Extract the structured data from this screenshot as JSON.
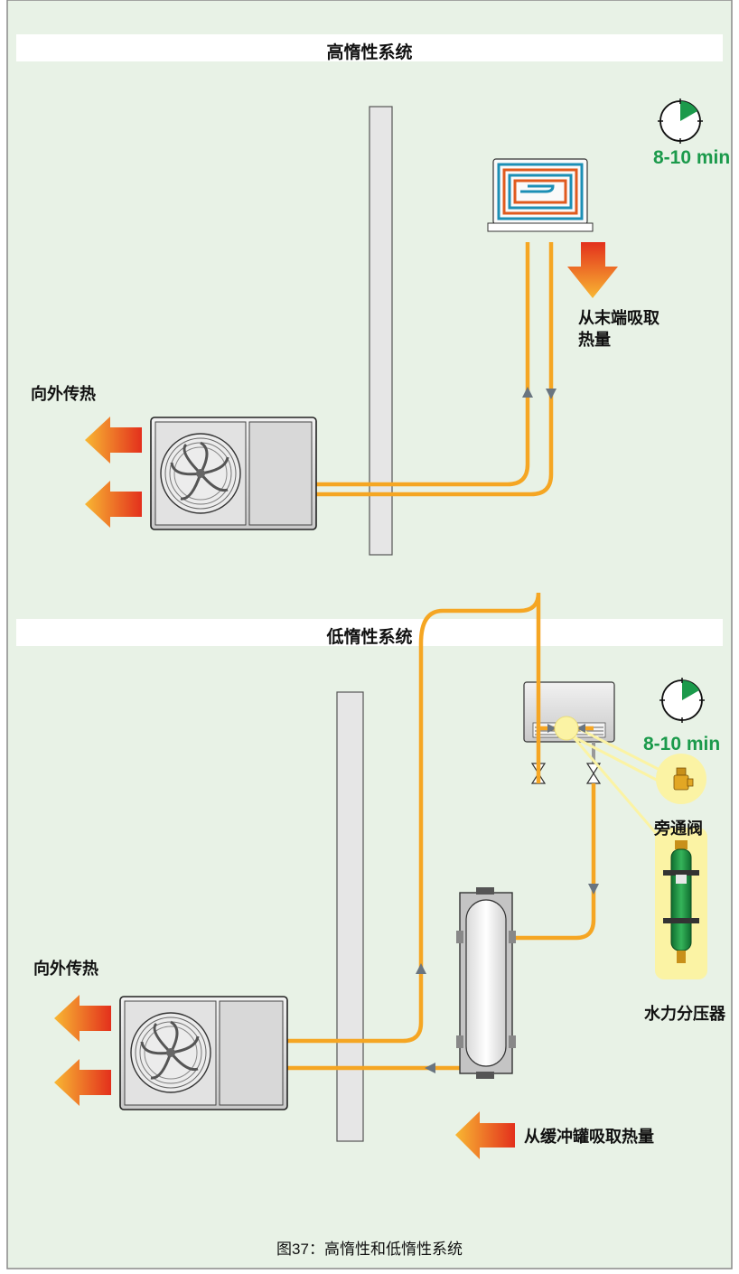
{
  "high": {
    "title": "高惰性系统",
    "time": "8-10 min",
    "draw_label_line1": "从末端吸取",
    "draw_label_line2": "热量",
    "heat_out_label": "向外传热"
  },
  "low": {
    "title": "低惰性系统",
    "time": "8-10 min",
    "bypass_label": "旁通阀",
    "separator_label": "水力分压器",
    "heat_out_label": "向外传热",
    "buffer_label": "从缓冲罐吸取热量"
  },
  "caption": "图37：高惰性和低惰性系统",
  "colors": {
    "background": "#e8f2e6",
    "border": "#8a8a8a",
    "pipe": "#f5a623",
    "timer_fill": "#1b9a4b",
    "time_text": "#1b9a4b",
    "callout": "#fbf3a4",
    "arrow_start": "#f8b733",
    "arrow_end": "#e3301c"
  }
}
